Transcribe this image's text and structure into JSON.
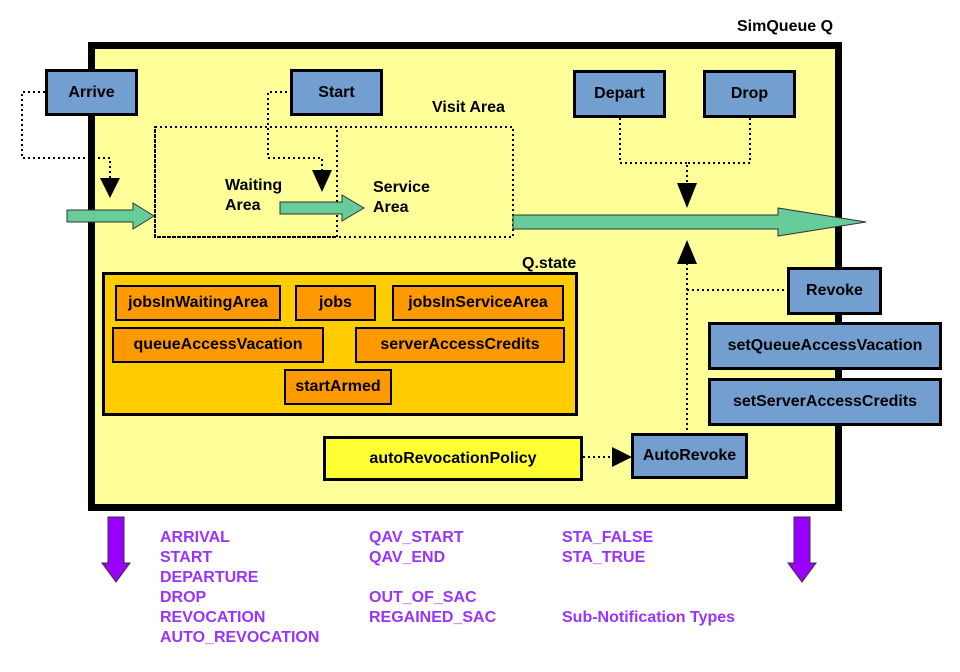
{
  "frame_title": "SimQueue Q",
  "visit_area_label": "Visit Area",
  "waiting_area_label": [
    "Waiting",
    "Area"
  ],
  "service_area_label": [
    "Service",
    "Area"
  ],
  "state_title": "Q.state",
  "buttons": {
    "arrive": "Arrive",
    "start": "Start",
    "depart": "Depart",
    "drop": "Drop",
    "revoke": "Revoke",
    "set_queue_access_vacation": "setQueueAccessVacation",
    "set_server_access_credits": "setServerAccessCredits",
    "auto_revoke": "AutoRevoke"
  },
  "state_fields": {
    "jobs_in_waiting_area": "jobsInWaitingArea",
    "jobs": "jobs",
    "jobs_in_service_area": "jobsInServiceArea",
    "queue_access_vacation": "queueAccessVacation",
    "server_access_credits": "serverAccessCredits",
    "start_armed": "startArmed"
  },
  "auto_revocation_policy": "autoRevocationPolicy",
  "notifications": {
    "col1": [
      "ARRIVAL",
      "START",
      "DEPARTURE",
      "DROP",
      "REVOCATION",
      "AUTO_REVOCATION"
    ],
    "col2": [
      "QAV_START",
      "QAV_END",
      "",
      "OUT_OF_SAC",
      "REGAINED_SAC"
    ],
    "col3": [
      "STA_FALSE",
      "STA_TRUE",
      "",
      "",
      "Sub-Notification Types"
    ]
  },
  "colors": {
    "frame_fill": "#ffff99",
    "blue_box": "#729fcf",
    "orange_box": "#ff9900",
    "state_fill": "#ffcc00",
    "policy_fill": "#ffff33",
    "flow_arrow": "#66cc99",
    "notification_text": "#9933ff"
  }
}
